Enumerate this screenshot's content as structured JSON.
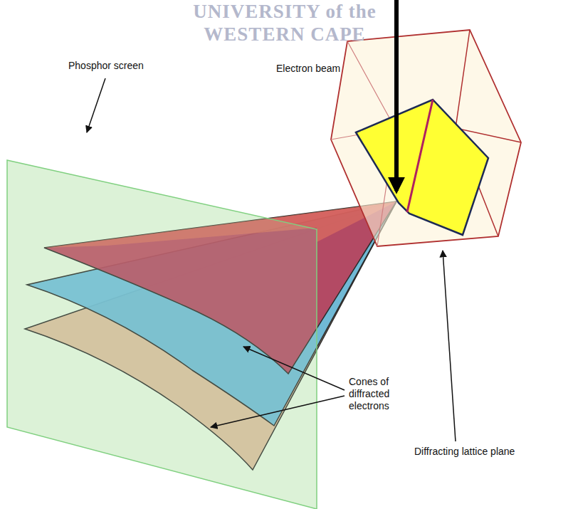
{
  "diagram": {
    "labels": [
      "UNIVERSITY of the",
      "WESTERN CAPE",
      "Electron beam",
      "Phosphor screen",
      "Diffracting lattice plane",
      "Cones of diffracted electrons"
    ]
  }
}
